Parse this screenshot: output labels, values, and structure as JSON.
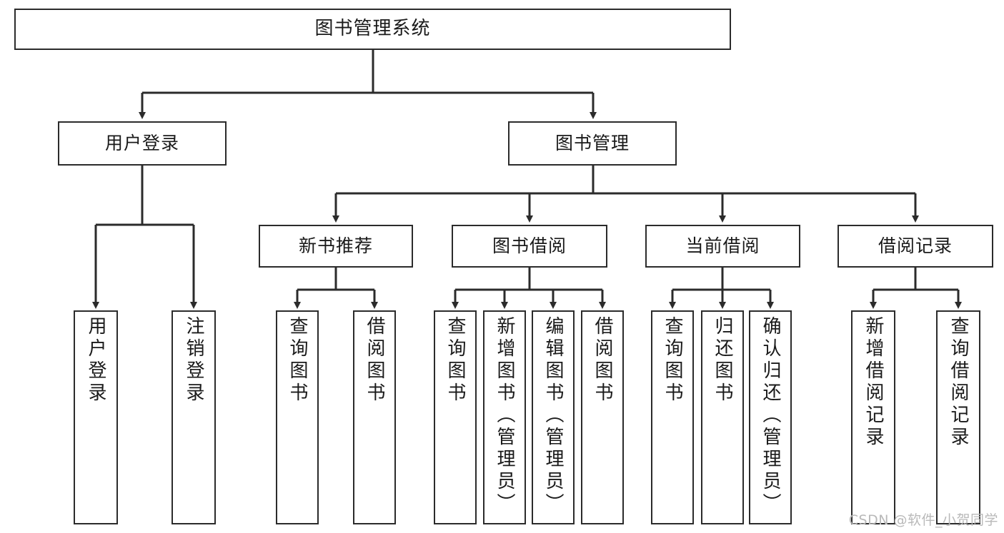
{
  "diagram": {
    "title": "图书管理系统",
    "watermark": "CSDN @软件_小贺同学",
    "line_color": "#2b2b2b",
    "box_fill": "#ffffff",
    "text_color": "#1a1a1a",
    "watermark_color": "#b9b9b9",
    "levels": {
      "root": {
        "label": "图书管理系统"
      },
      "level2": [
        {
          "label": "用户登录"
        },
        {
          "label": "图书管理"
        }
      ],
      "level3": [
        {
          "label": "新书推荐"
        },
        {
          "label": "图书借阅"
        },
        {
          "label": "当前借阅"
        },
        {
          "label": "借阅记录"
        }
      ],
      "leaves": {
        "user_login": [
          {
            "label": "用户登录"
          },
          {
            "label": "注销登录"
          }
        ],
        "new_book_recommend": [
          {
            "label": "查询图书"
          },
          {
            "label": "借阅图书"
          }
        ],
        "book_borrow": [
          {
            "label": "查询图书"
          },
          {
            "label": "新增图书（管理员）"
          },
          {
            "label": "编辑图书（管理员）"
          },
          {
            "label": "借阅图书"
          }
        ],
        "current_borrow": [
          {
            "label": "查询图书"
          },
          {
            "label": "归还图书"
          },
          {
            "label": "确认归还（管理员）"
          }
        ],
        "borrow_record": [
          {
            "label": "新增借阅记录"
          },
          {
            "label": "查询借阅记录"
          }
        ]
      }
    }
  }
}
